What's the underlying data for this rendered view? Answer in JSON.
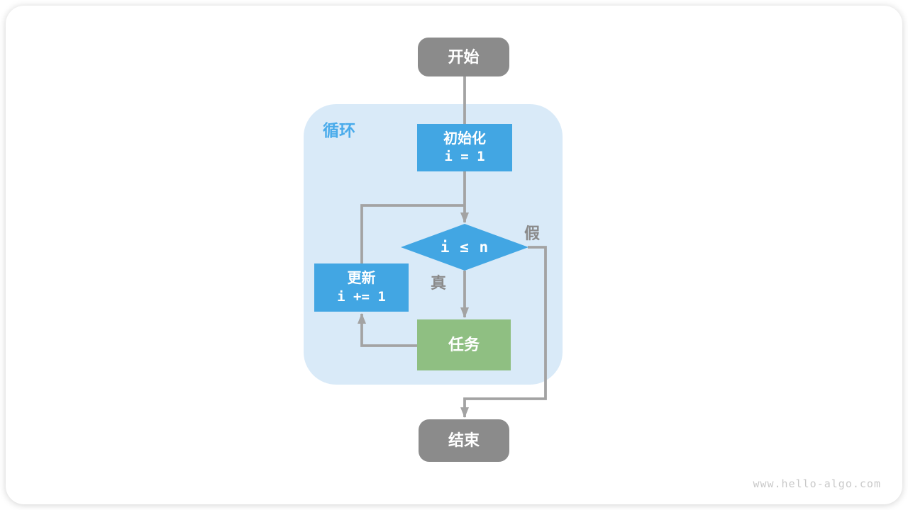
{
  "diagram": {
    "title_region": "循环",
    "nodes": {
      "start": {
        "label": "开始"
      },
      "init": {
        "label": "初始化",
        "code": "i = 1"
      },
      "condition": {
        "code": "i ≤ n"
      },
      "update": {
        "label": "更新",
        "code": "i += 1"
      },
      "task": {
        "label": "任务"
      },
      "end": {
        "label": "结束"
      }
    },
    "edge_labels": {
      "true_branch": "真",
      "false_branch": "假"
    },
    "colors": {
      "process_blue": "#42A6E3",
      "task_green": "#8FBF82",
      "terminal_gray": "#8B8B8B",
      "region_fill": "#D9EAF8",
      "region_label_blue": "#49ABEB",
      "line_gray": "#A3A3A3",
      "edge_label_gray": "#8A8A8A",
      "watermark_gray": "#C9C9C9"
    }
  },
  "footer": {
    "watermark": "www.hello-algo.com"
  }
}
